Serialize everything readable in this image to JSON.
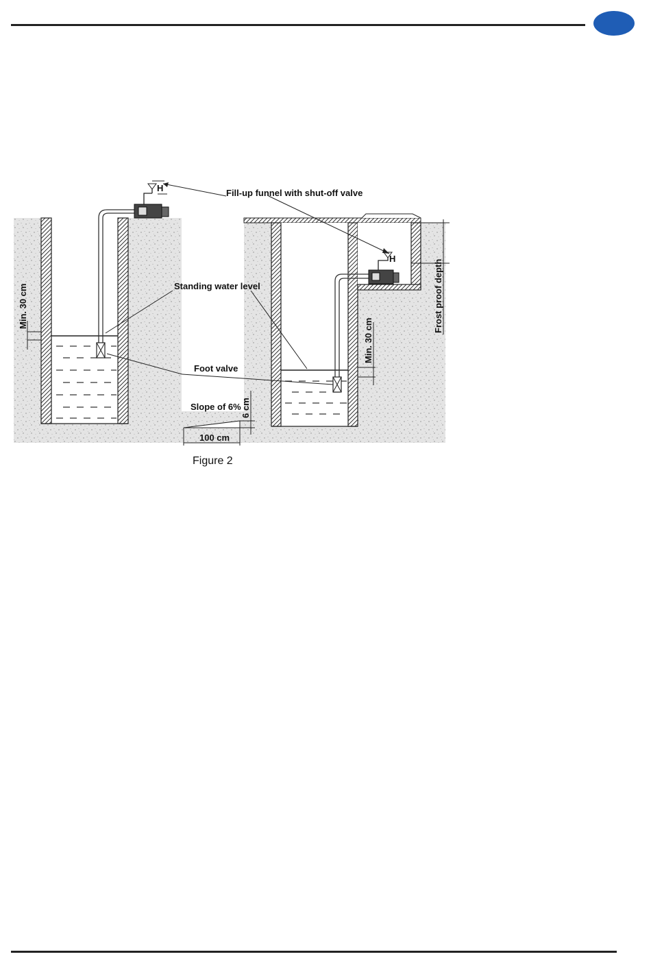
{
  "header": {
    "badge_color": "#1f5db5"
  },
  "figure": {
    "labels": {
      "funnel": "Fill-up funnel with shut-off valve",
      "standing_water": "Standing water level",
      "foot_valve": "Foot valve",
      "min_30_left": "Min. 30 cm",
      "min_30_right": "Min. 30 cm",
      "frost": "Frost proof depth",
      "slope": "Slope of 6%",
      "six_cm": "6 cm",
      "hundred_cm": "100 cm",
      "valve_mark_left": "H",
      "valve_mark_right": "H"
    },
    "caption": "Figure 2"
  }
}
